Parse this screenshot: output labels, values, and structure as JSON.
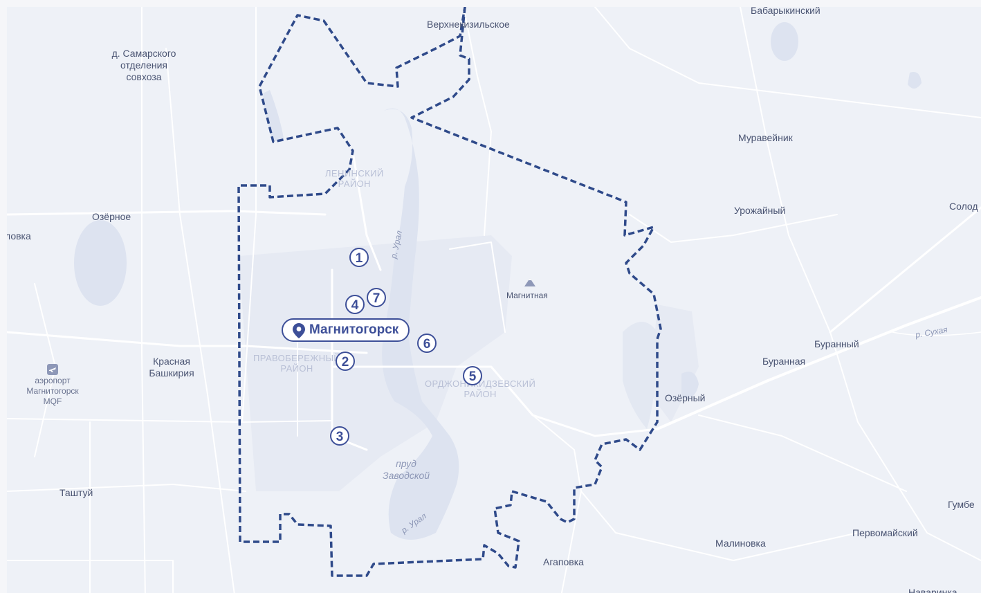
{
  "city": {
    "name": "Магнитогорск",
    "icon": "map-pin-icon"
  },
  "markers": [
    "1",
    "2",
    "3",
    "4",
    "5",
    "6",
    "7"
  ],
  "places": {
    "verkhnekizilskoe": "Верхнекизильское",
    "babarykinsky": "Бабарыкинский",
    "samarskoe": "д. Самарского\nотделения\nсовхоза",
    "ozernoe": "Озёрное",
    "lovka": "ловка",
    "muraveinik": "Муравейник",
    "urozhainy": "Урожайный",
    "solod": "Солод",
    "magnitnaya": "Магнитная",
    "krasnaya": "Красная\nБашкирия",
    "airport": "аэропорт\nМагнитогорск\nMQF",
    "burannyi": "Буранный",
    "burannaya": "Буранная",
    "ozerny": "Озёрный",
    "tashtuy": "Таштуй",
    "malinovka": "Малиновка",
    "pervomaisky": "Первомайский",
    "gumbe": "Гумбе",
    "agapovka": "Агаповка",
    "navarinka": "Наваринка"
  },
  "districts": {
    "leninsky": "ЛЕНИНСКИЙ\nРАЙОН",
    "pravoberezhny": "ПРАВОБЕРЕЖНЫЙ\nРАЙОН",
    "ordzhonikidzevsky": "ОРДЖОНИКИДЗЕВСКИЙ\nРАЙОН"
  },
  "water": {
    "ural_north": "р. Урал",
    "ural_south": "р. Урал",
    "pond": "пруд\nЗаводской",
    "sukhaya": "р. Сухая"
  },
  "colors": {
    "boundary": "#2f4a8a",
    "accent": "#3d4f98",
    "road": "#ffffff",
    "water": "#dde3f0",
    "urban": "#e6eaf3"
  }
}
